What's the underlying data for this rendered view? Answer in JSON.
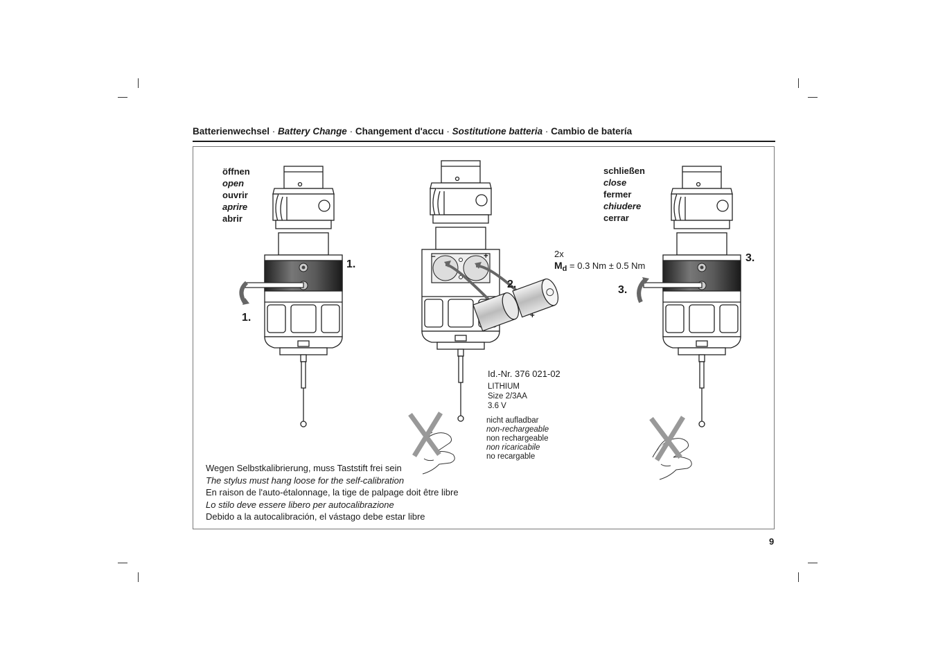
{
  "header": {
    "de": "Batterienwechsel",
    "en": "Battery Change",
    "fr": "Changement d'accu",
    "it": "Sostitutione batteria",
    "es": "Cambio de batería",
    "separator": " · "
  },
  "open_label": {
    "de": "öffnen",
    "en": "open",
    "fr": "ouvrir",
    "it": "aprire",
    "es": "abrir"
  },
  "close_label": {
    "de": "schließen",
    "en": "close",
    "fr": "fermer",
    "it": "chiudere",
    "es": "cerrar"
  },
  "steps": {
    "one": "1.",
    "two": "2.",
    "three": "3."
  },
  "torque": {
    "count": "2x",
    "symbol": "M",
    "subscript": "d",
    "value": " = 0.3 Nm ± 0.5 Nm"
  },
  "battery": {
    "id": "Id.-Nr. 376 021-02",
    "type": "LITHIUM",
    "size": "Size 2/3AA",
    "voltage": "3.6 V",
    "plus": "+",
    "minus": "−"
  },
  "rechargeable": {
    "de": "nicht aufladbar",
    "en": "non-rechargeable",
    "fr": "non rechargeable",
    "it": "non ricaricabile",
    "es": "no recargable"
  },
  "calibration_note": {
    "de": "Wegen Selbstkalibrierung, muss Taststift frei sein",
    "en": "The stylus must hang loose for the self-calibration",
    "fr": "En raison de l'auto-étalonnage, la tige de palpage doit être libre",
    "it": "Lo stilo deve essere libero per autocalibrazione",
    "es": "Debido a la autocalibración, el vástago debe estar libre"
  },
  "page_number": "9"
}
